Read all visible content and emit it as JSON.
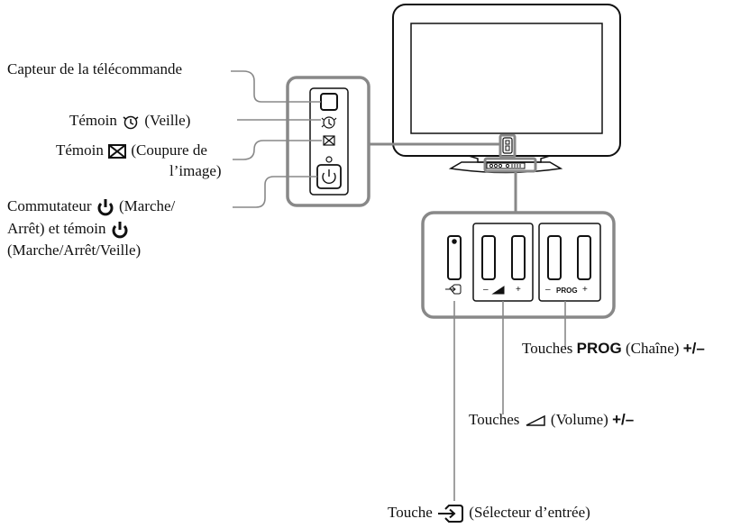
{
  "labels": {
    "remote_sensor": "Capteur de la télécommande",
    "standby_pre": "Témoin",
    "standby_post": "(Veille)",
    "picture_off_pre": "Témoin",
    "picture_off_post": "(Coupure de",
    "picture_off_line2": "l’image)",
    "power_line1_pre": "Commutateur",
    "power_line1_post": "(Marche/",
    "power_line2_pre": "Arrêt) et témoin",
    "power_line3": "(Marche/Arrêt/Veille)",
    "prog_pre": "Touches",
    "prog_bold": "PROG",
    "prog_mid": "(Chaîne)",
    "prog_sign": "+/–",
    "vol_pre": "Touches",
    "vol_mid": "(Volume)",
    "vol_sign": "+/–",
    "input_pre": "Touche",
    "input_post": "(Sélecteur d’entrée)"
  },
  "button_panel": {
    "vol_minus": "–",
    "vol_plus": "+",
    "prog_label": "PROG",
    "prog_minus": "–",
    "prog_plus": "+"
  },
  "colors": {
    "stroke": "#111111",
    "callout": "#888888",
    "screen_fill": "#ffffff"
  },
  "icons": [
    "standby-icon",
    "picture-off-icon",
    "power-icon",
    "volume-icon",
    "input-selector-icon",
    "remote-sensor"
  ]
}
